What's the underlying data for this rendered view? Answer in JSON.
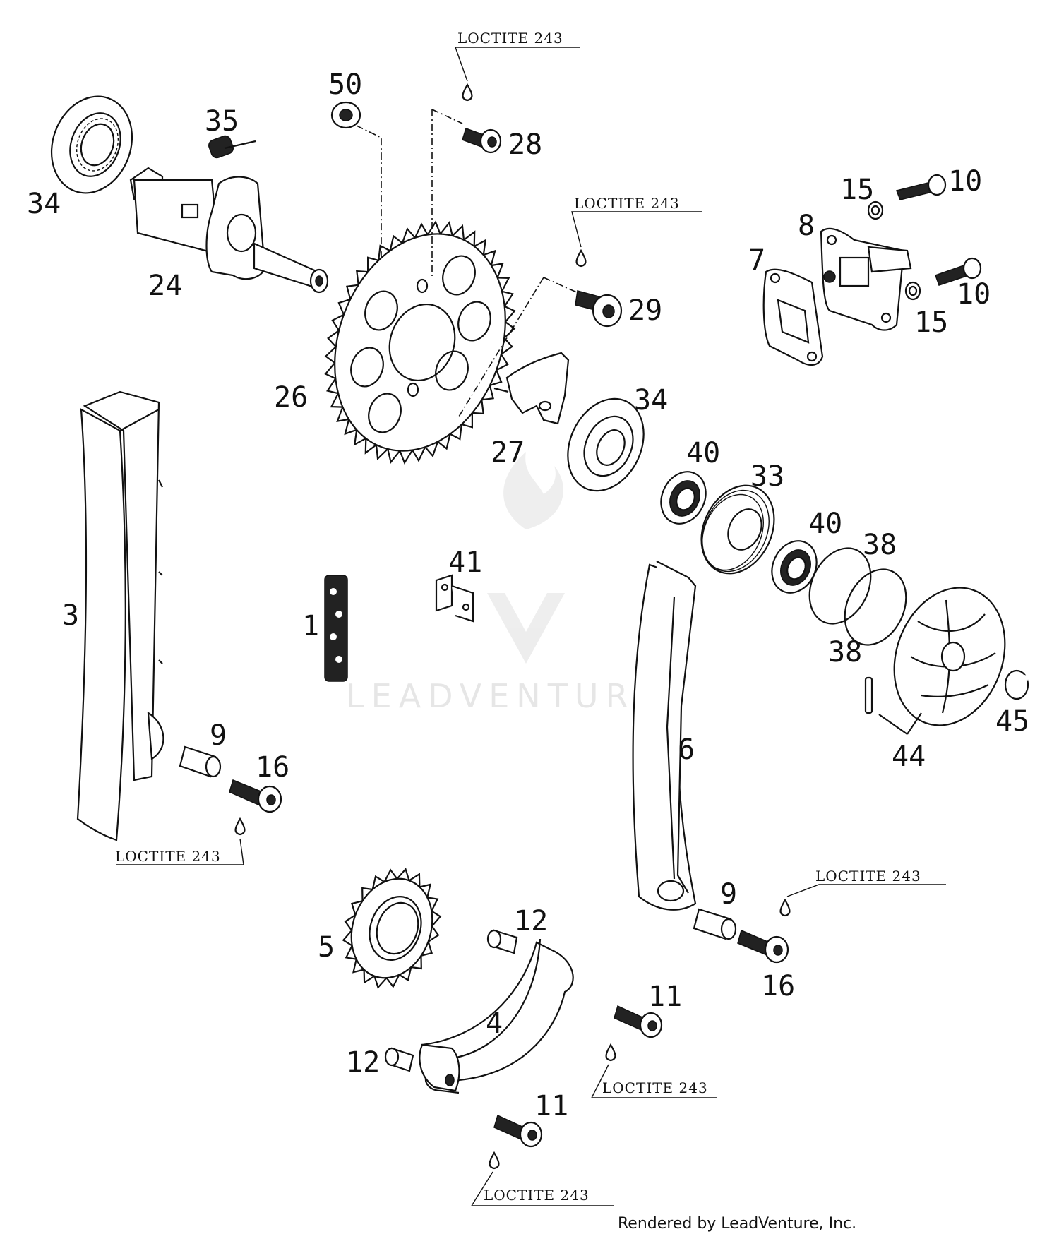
{
  "colors": {
    "ink": "#111111",
    "background": "#ffffff",
    "watermark": "#e4e4e4"
  },
  "watermark": {
    "text": "LEADVENTURE"
  },
  "footer": {
    "text": "Rendered by LeadVenture, Inc."
  },
  "loctite": [
    {
      "text": "LOCTITE 243"
    },
    {
      "text": "LOCTITE 243"
    },
    {
      "text": "LOCTITE 243"
    },
    {
      "text": "LOCTITE 243"
    },
    {
      "text": "LOCTITE 243"
    },
    {
      "text": "LOCTITE 243"
    }
  ],
  "parts": [
    {
      "num": "50"
    },
    {
      "num": "35"
    },
    {
      "num": "28"
    },
    {
      "num": "34"
    },
    {
      "num": "24"
    },
    {
      "num": "15"
    },
    {
      "num": "10"
    },
    {
      "num": "8"
    },
    {
      "num": "7"
    },
    {
      "num": "10"
    },
    {
      "num": "15"
    },
    {
      "num": "29"
    },
    {
      "num": "26"
    },
    {
      "num": "34"
    },
    {
      "num": "27"
    },
    {
      "num": "40"
    },
    {
      "num": "33"
    },
    {
      "num": "40"
    },
    {
      "num": "38"
    },
    {
      "num": "41"
    },
    {
      "num": "3"
    },
    {
      "num": "1"
    },
    {
      "num": "38"
    },
    {
      "num": "6"
    },
    {
      "num": "45"
    },
    {
      "num": "44"
    },
    {
      "num": "9"
    },
    {
      "num": "16"
    },
    {
      "num": "9"
    },
    {
      "num": "12"
    },
    {
      "num": "5"
    },
    {
      "num": "16"
    },
    {
      "num": "11"
    },
    {
      "num": "4"
    },
    {
      "num": "12"
    },
    {
      "num": "11"
    }
  ]
}
